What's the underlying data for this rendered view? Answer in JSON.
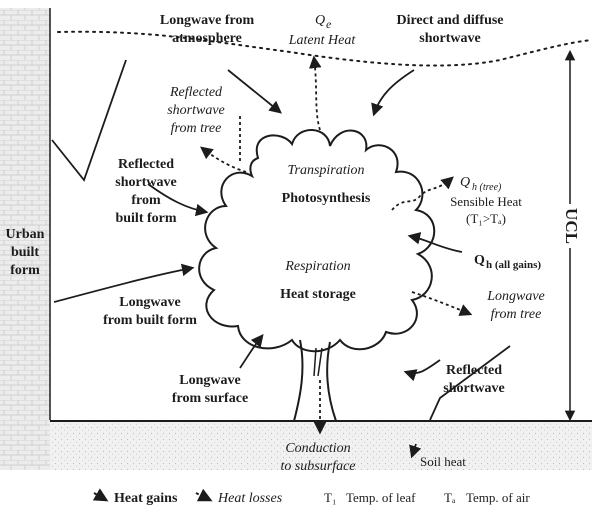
{
  "labels": {
    "longwave_atmosphere_1": "Longwave from",
    "longwave_atmosphere_2": "atmosphere",
    "qe_symbol": "Q",
    "qe_sub": "e",
    "latent_heat": "Latent Heat",
    "direct_diffuse_1": "Direct and diffuse",
    "direct_diffuse_2": "shortwave",
    "reflected_tree_1": "Reflected",
    "reflected_tree_2": "shortwave",
    "reflected_tree_3": "from tree",
    "transpiration": "Transpiration",
    "photosynthesis": "Photosynthesis",
    "qh_tree_symbol": "Q",
    "qh_tree_sub": "h (tree)",
    "sensible_heat": "Sensible Heat",
    "sensible_cond": "(T₁>Tₐ)",
    "reflected_built_1": "Reflected",
    "reflected_built_2": "shortwave",
    "reflected_built_3": "from",
    "reflected_built_4": "built form",
    "urban_1": "Urban",
    "urban_2": "built",
    "urban_3": "form",
    "ucl": "UCL",
    "qh_all_symbol": "Q",
    "qh_all_sub": "h (all gains)",
    "respiration": "Respiration",
    "heat_storage": "Heat storage",
    "longwave_built_1": "Longwave",
    "longwave_built_2": "from built form",
    "longwave_tree_1": "Longwave",
    "longwave_tree_2": "from tree",
    "longwave_surface_1": "Longwave",
    "longwave_surface_2": "from surface",
    "reflected_sw_1": "Reflected",
    "reflected_sw_2": "shortwave",
    "conduction_1": "Conduction",
    "conduction_2": "to subsurface",
    "soil_heat": "Soil heat"
  },
  "legend": {
    "heat_gains": "Heat gains",
    "heat_losses": "Heat losses",
    "tl_symbol": "T₁",
    "tl_text": "Temp. of leaf",
    "ta_symbol": "Tₐ",
    "ta_text": "Temp. of air"
  }
}
